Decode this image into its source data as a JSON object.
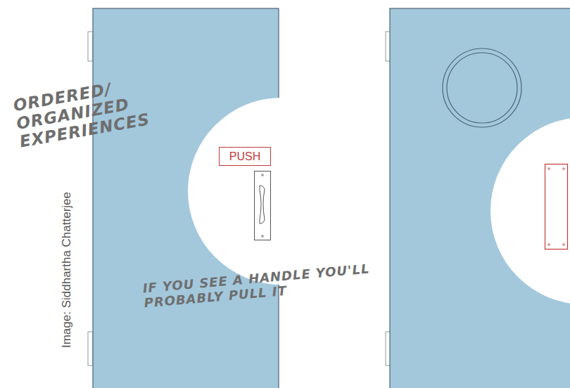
{
  "diagram": {
    "nodes": [
      {
        "text": [
          "PUSH"
        ]
      }
    ],
    "labels": [
      "Image: Siddhartha Chatterjee",
      "ORDERED/ ORGANIZED EXPERIENCES",
      "IF YOU SEE A HANDLE YOU'LL PROBABLY PULL IT"
    ]
  }
}
